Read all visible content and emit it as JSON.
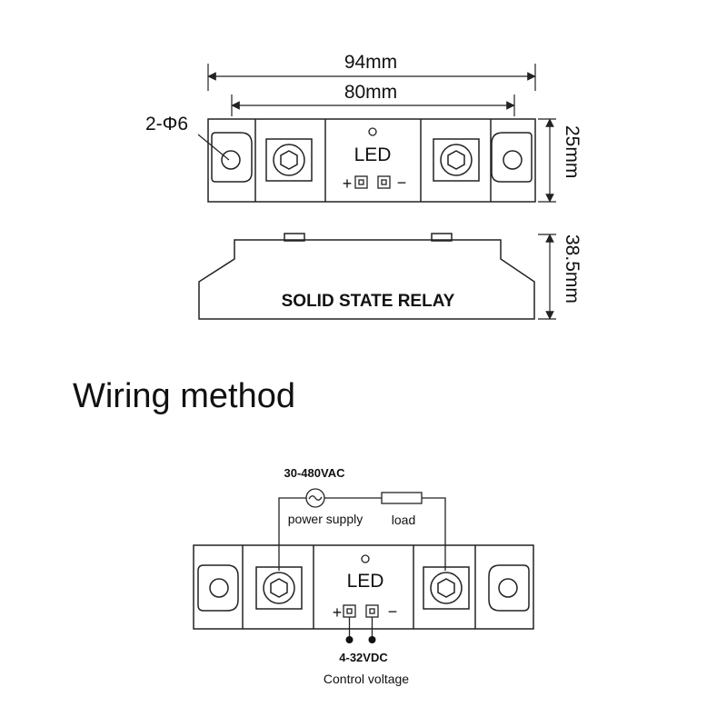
{
  "dimensions": {
    "overall_length": "94mm",
    "hole_spacing": "80mm",
    "holes": "2-Φ6",
    "width": "25mm",
    "height": "38.5mm"
  },
  "top_view": {
    "led_label": "LED",
    "plus": "+",
    "minus": "−"
  },
  "side_view": {
    "label": "SOLID STATE RELAY"
  },
  "wiring": {
    "title": "Wiring method",
    "ac_voltage": "30-480VAC",
    "power_supply_label": "power supply",
    "load_label": "load",
    "led_label": "LED",
    "plus": "+",
    "minus": "−",
    "dc_voltage": "4-32VDC",
    "control_label": "Control voltage"
  },
  "colors": {
    "stroke": "#222222",
    "text": "#111111"
  }
}
